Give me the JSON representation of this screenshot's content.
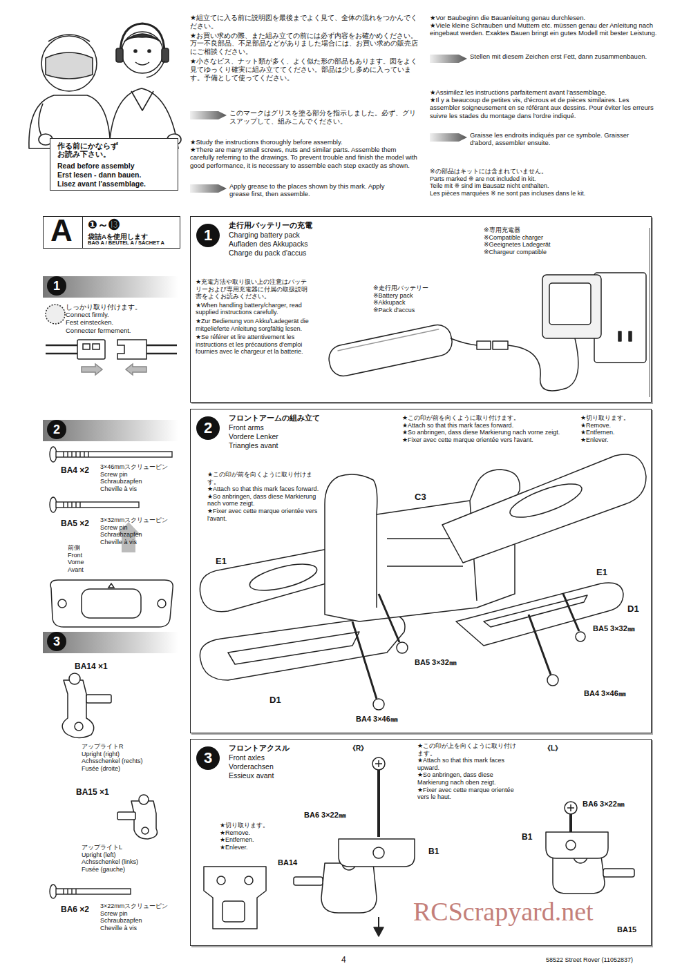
{
  "diagram": {
    "nodes": [
      {
        "text": [
          "作る前にかならずお読み下さい。",
          "Read before assembly",
          "Erst lesen - dann bauen.",
          "Lisez avant l'assemblage."
        ]
      },
      {
        "text": [
          "A",
          "❶～⓭",
          "袋詰Aを使用します",
          "BAG A / BEUTEL A / SACHET A"
        ]
      },
      {
        "text": [
          "1"
        ]
      },
      {
        "text": [
          "1",
          "走行用バッテリーの充電",
          "Charging battery pack",
          "Aufladen des Akkupacks",
          "Charge du pack d'accus"
        ]
      },
      {
        "text": [
          "2"
        ]
      },
      {
        "text": [
          "2",
          "フロントアームの組み立て",
          "Front arms",
          "Vordere Lenker",
          "Triangles avant"
        ]
      },
      {
        "text": [
          "3"
        ]
      },
      {
        "text": [
          "3",
          "フロントアクスル",
          "Front axles",
          "Vorderachsen",
          "Essieux avant"
        ]
      }
    ],
    "labels": [
      "★組立てに入る前に説明図を最後までよく見て、全体の流れをつかんでください。",
      "★お買い求めの際、また組み立ての前には必ず内容をお確かめください。万一不良部品、不足部品などがありました場合には、お買い求めの販売店にご相談ください。",
      "★小さなビス、ナット類が多く、よく似た形の部品もあります。図をよく見てゆっくり確実に組み立ててください。部品は少し多めに入っています。予備として使ってください。",
      "このマークはグリスを塗る部分を指示しました。必ず、グリスアップして、組みこんでください。",
      "★Study the instructions thoroughly before assembly.",
      "★There are many small screws, nuts and similar parts. Assemble them carefully referring to the drawings. To prevent trouble and finish the model with good performance, it is necessary to assemble each step exactly as shown.",
      "Apply grease to the places shown by this mark. Apply grease first, then assemble.",
      "★Vor Baubeginn die Bauanleitung genau durchlesen.",
      "★Viele kleine Schrauben und Muttern etc. müssen genau der Anleitung nach eingebaut werden. Exaktes Bauen bringt ein gutes Modell mit bester Leistung.",
      "Stellen mit diesem Zeichen erst Fett, dann zusammenbauen.",
      "★Assimilez les instructions parfaitement avant l'assemblage.",
      "★Il y a beaucoup de petites vis, d'écrous et de pièces similaires. Les assembler soigneusement en se référant aux dessins. Pour éviter les erreurs suivre les stades du montage dans l'ordre indiqué.",
      "Graisse les endroits indiqués par ce symbole. Graisser d'abord, assembler ensuite.",
      "※の部品はキットには含まれていません。",
      "Parts marked ※ are not included in kit.",
      "Teile mit ※ sind im Bausatz nicht enthalten.",
      "Les pièces marquées ※ ne sont pas incluses dans le kit.",
      "しっかり取り付けます。",
      "Connect firmly.",
      "Fest einstecken.",
      "Connecter fermement.",
      "BA4 ×2",
      "3×46mmスクリューピン",
      "Screw pin",
      "Schraubzapfen",
      "Cheville à vis",
      "BA5 ×2",
      "3×32mmスクリューピン",
      "Screw pin",
      "Schraubzapfen",
      "Cheville à vis",
      "前側",
      "Front",
      "Vorne",
      "Avant",
      "BA14 ×1",
      "アップライトR",
      "Upright (right)",
      "Achsschenkel (rechts)",
      "Fusée (droite)",
      "BA15 ×1",
      "アップライトL",
      "Upright (left)",
      "Achsschenkel (links)",
      "Fusée (gauche)",
      "BA6 ×2",
      "3×22mmスクリューピン",
      "Screw pin",
      "Schraubzapfen",
      "Cheville à vis",
      "★充電方法や取り扱い上の注意はバッテリーおよび専用充電器に付属の取扱説明書をよくお読みください。",
      "★When handling battery/charger, read supplied instructions carefully.",
      "★Zur Bedienung von Akku/Ladegerät die mitgelieferte Anleitung sorgfältig lesen.",
      "★Se référer et lire attentivement les instructions et les précautions d'emploi fournies avec le chargeur et la batterie.",
      "※走行用バッテリー",
      "※Battery pack",
      "※Akkupack",
      "※Pack d'accus",
      "※専用充電器",
      "※Compatible charger",
      "※Geeignetes Ladegerät",
      "※Chargeur compatible",
      "★この印が前を向くように取り付けます。",
      "★Attach so that this mark faces forward.",
      "★So anbringen, dass diese Markierung nach vorne zeigt.",
      "★Fixer avec cette marque orientée vers l'avant.",
      "★切り取ります。",
      "★Remove.",
      "★Entfernen.",
      "★Enlever.",
      "★この印が前を向くように取り付けます。",
      "★Attach so that this mark faces forward.",
      "★So anbringen, dass diese Markierung nach vorne zeigt.",
      "★Fixer avec cette marque orientée vers l'avant.",
      "C3",
      "E1",
      "E1",
      "D1",
      "BA5 3×32㎜",
      "BA5 3×32㎜",
      "D1",
      "BA4 3×46㎜",
      "BA4 3×46㎜",
      "《R》",
      "《L》",
      "★この印が上を向くように取り付けます。",
      "★Attach so that this mark faces upward.",
      "★So anbringen, dass diese Markierung nach oben zeigt.",
      "★Fixer avec cette marque orientée vers le haut.",
      "★切り取ります。",
      "★Remove.",
      "★Entfernen.",
      "★Enlever.",
      "BA6 3×22㎜",
      "BA6 3×22㎜",
      "BA14",
      "B1",
      "B1",
      "BA15",
      "4",
      "58522 Street Rover (11052837)",
      "RCScrapyard.net"
    ]
  }
}
